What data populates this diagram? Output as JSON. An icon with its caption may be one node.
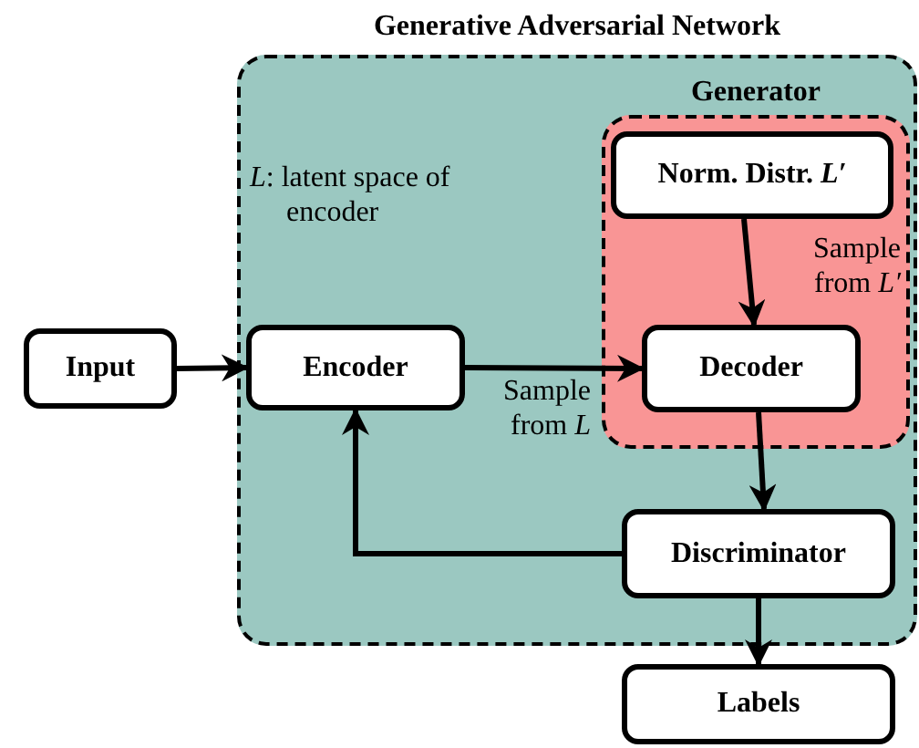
{
  "diagram": {
    "nodes": [
      {
        "text": [
          "Generative Adversarial Network"
        ]
      },
      {
        "text": [
          "Generator"
        ],
        "in": 0
      },
      {
        "text": [
          "Norm. Distr. *L′*"
        ],
        "in": 1
      },
      {
        "text": [
          "Input"
        ]
      },
      {
        "text": [
          "Encoder"
        ],
        "in": 0
      },
      {
        "text": [
          "Decoder"
        ],
        "in": 1
      },
      {
        "text": [
          "Discriminator"
        ],
        "in": 0
      },
      {
        "text": [
          "Labels"
        ]
      }
    ],
    "edges": [
      {
        "from": 3,
        "to": 4,
        "arrow": "to"
      },
      {
        "from": 4,
        "to": 5,
        "arrow": "to",
        "label": "Sample from *L*"
      },
      {
        "from": 2,
        "to": 5,
        "arrow": "to",
        "label": "Sample from *L′*"
      },
      {
        "from": 5,
        "to": 6,
        "arrow": "to"
      },
      {
        "from": 6,
        "to": 4,
        "arrow": "to"
      },
      {
        "from": 6,
        "to": 7,
        "arrow": "to"
      }
    ],
    "labels": [
      "*L*: latent space of encoder"
    ]
  }
}
